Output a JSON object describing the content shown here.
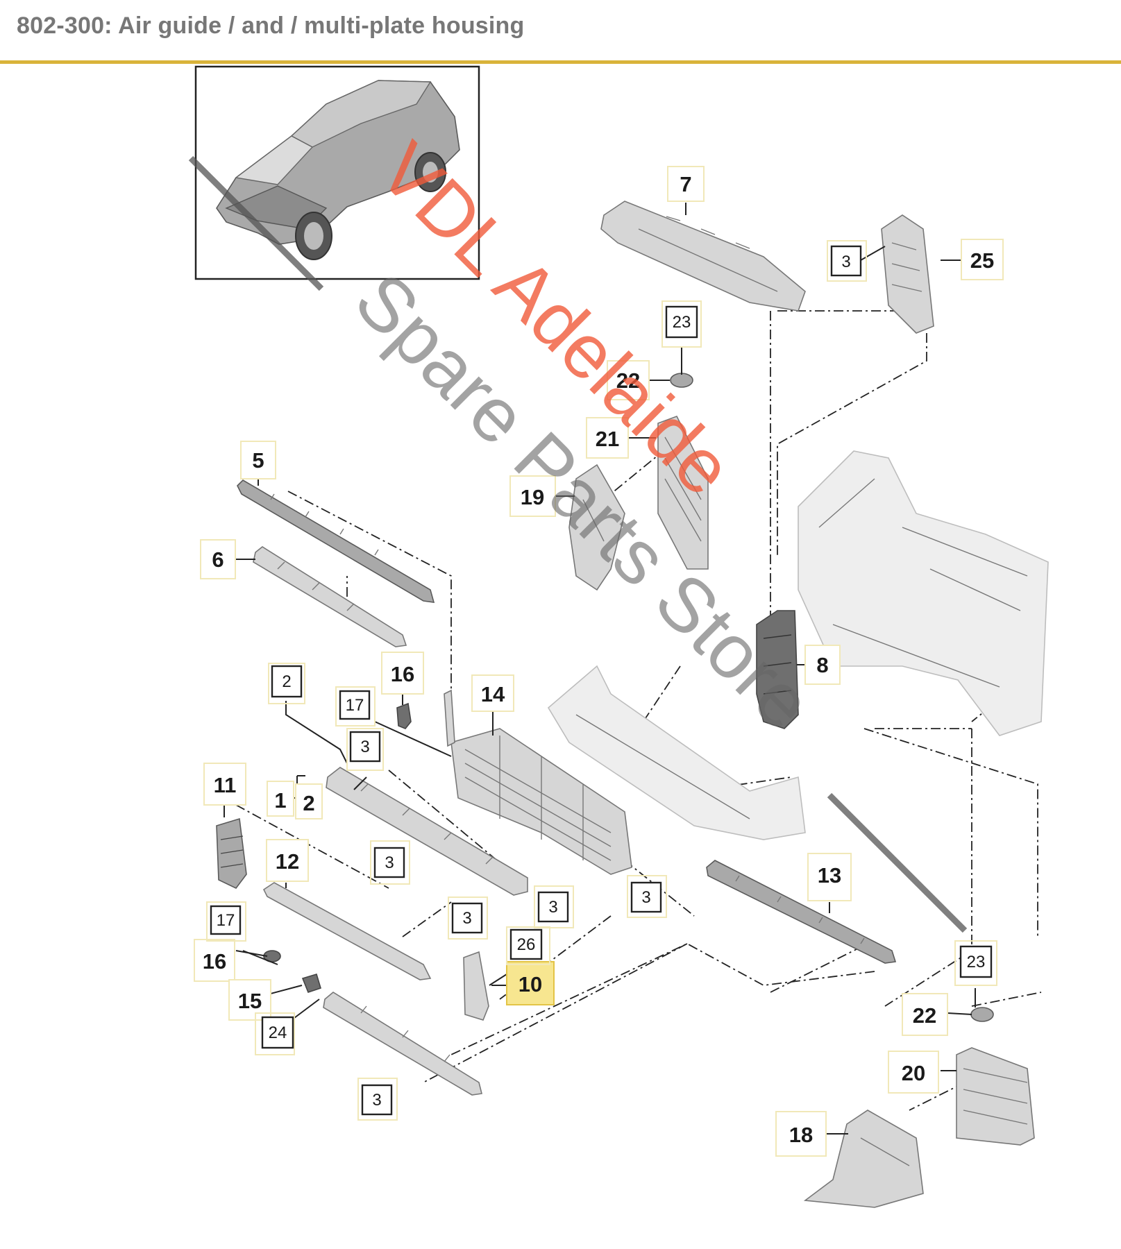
{
  "header": {
    "title": "802-300: Air guide / and / multi-plate housing"
  },
  "callouts": {
    "c7": "7",
    "c25": "25",
    "c22a": "22",
    "c21": "21",
    "c19": "19",
    "c5": "5",
    "c6": "6",
    "c8": "8",
    "c16a": "16",
    "c14": "14",
    "c11": "11",
    "c1": "1",
    "c2b": "2",
    "c12": "12",
    "c13": "13",
    "c16b": "16",
    "c15": "15",
    "c10": "10",
    "c22b": "22",
    "c20": "20",
    "c18": "18"
  },
  "refs": {
    "r3a": "3",
    "r23a": "23",
    "r2a": "2",
    "r17a": "17",
    "r3b": "3",
    "r3c": "3",
    "r3d": "3",
    "r3e": "3",
    "r3f": "3",
    "r17b": "17",
    "r24": "24",
    "r26": "26",
    "r3g": "3",
    "r23b": "23"
  },
  "watermark": {
    "line1": "VDL Adelaide",
    "line2": "Spare Parts Store"
  },
  "colors": {
    "accent": "#d9b33a",
    "highlight": "#f7e690",
    "watermark": "#f05a3a"
  }
}
